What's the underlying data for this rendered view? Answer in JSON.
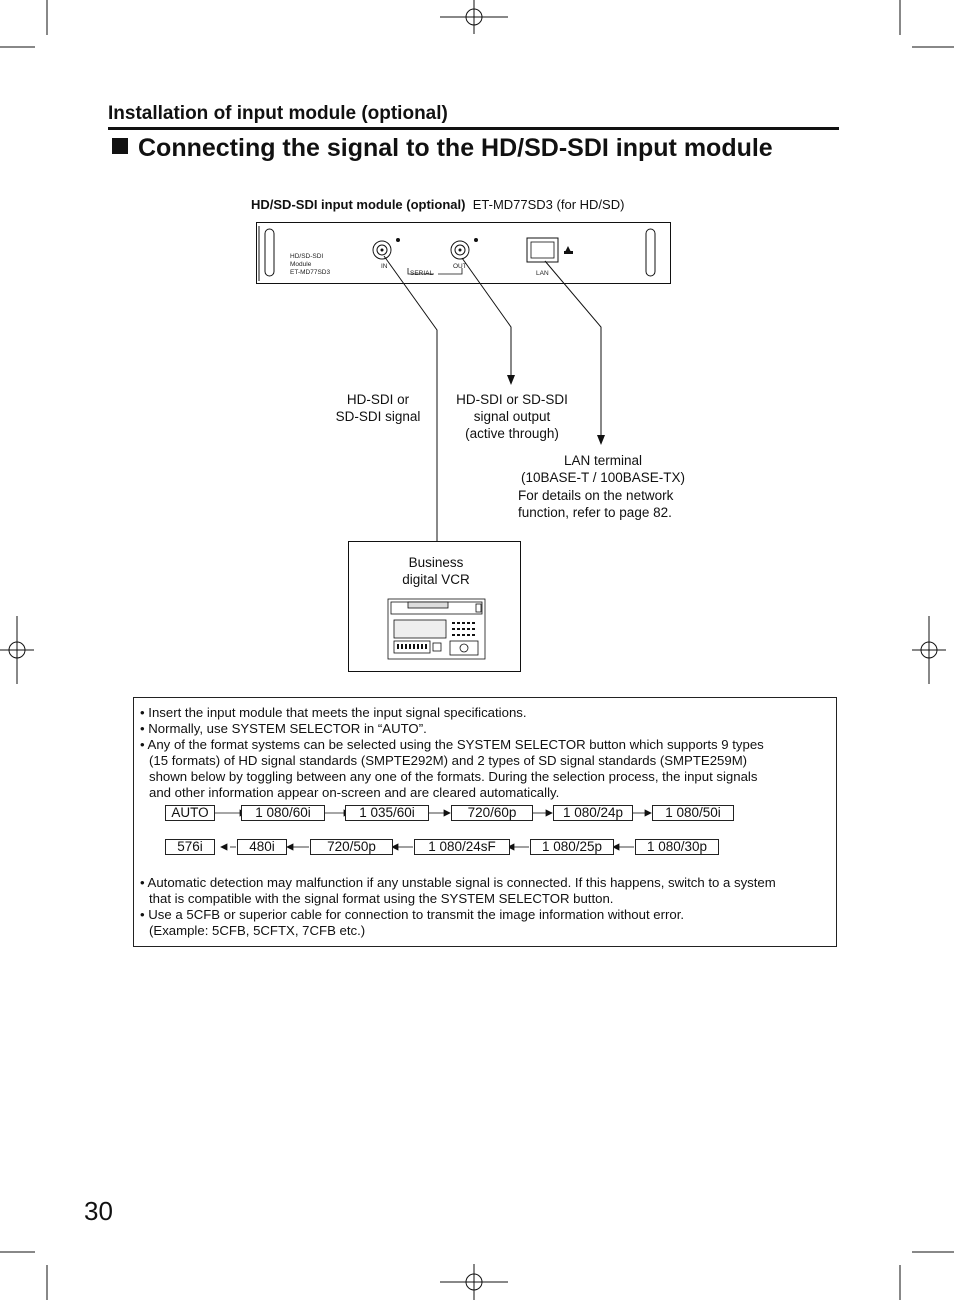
{
  "section_title": "Installation of input module (optional)",
  "main_title": "Connecting the signal to the HD/SD-SDI input module",
  "module": {
    "title_bold": "HD/SD-SDI input module (optional)",
    "title_model": "ET-MD77SD3 (for HD/SD)",
    "panel_label_line1": "HD/SD-SDI",
    "panel_label_line2": "Module",
    "panel_label_line3": "ET-MD77SD3",
    "in_label": "IN",
    "serial_label": "SERIAL",
    "out_label": "OUT",
    "lan_label": "LAN"
  },
  "callouts": {
    "input_line1": "HD-SDI or",
    "input_line2": "SD-SDI signal",
    "output_line1": "HD-SDI or SD-SDI",
    "output_line2": "signal output",
    "output_line3": "(active through)",
    "lan_line1": "LAN terminal",
    "lan_line2": "(10BASE-T / 100BASE-TX)",
    "lan_line3": "For details on the network",
    "lan_line4": "function, refer to page 82."
  },
  "vcr": {
    "label_line1": "Business",
    "label_line2": "digital VCR"
  },
  "notes": [
    "• Insert the input module that meets the input signal specifications.",
    "• Normally, use SYSTEM SELECTOR in “AUTO”.",
    "• Any of the format systems can be selected using the SYSTEM SELECTOR button which supports 9 types",
    "  (15 formats) of HD signal standards (SMPTE292M) and 2 types of SD signal standards (SMPTE259M)",
    "  shown below by toggling between any one of the formats. During the selection process, the input signals",
    "  and other information appear on-screen and are cleared automatically.",
    "• Automatic detection may malfunction if any unstable signal is connected.  If this happens, switch to a system",
    "  that is compatible with the signal format using the SYSTEM SELECTOR button.",
    "• Use a 5CFB or superior cable for connection to transmit the image information without error.",
    "  (Example: 5CFB, 5CFTX, 7CFB etc.)"
  ],
  "formats_row1": [
    "AUTO",
    "1 080/60i",
    "1 035/60i",
    "720/60p",
    "1 080/24p",
    "1 080/50i"
  ],
  "formats_row2": [
    "576i",
    "480i",
    "720/50p",
    "1 080/24sF",
    "1 080/25p",
    "1 080/30p"
  ],
  "page_number": "30"
}
